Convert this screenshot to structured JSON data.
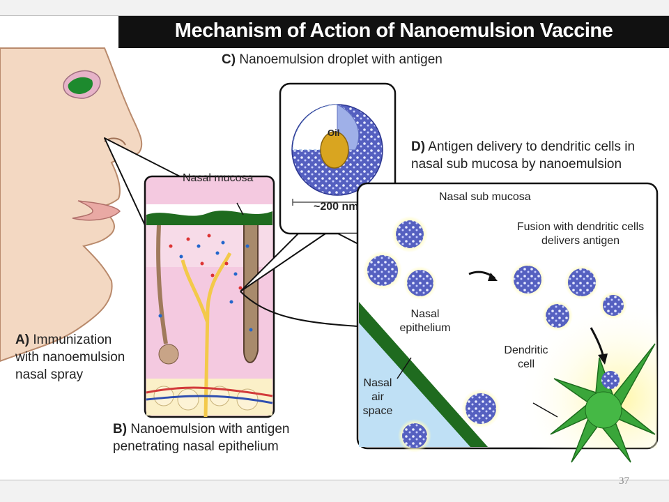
{
  "title": "Mechanism of Action of Nanoemulsion Vaccine",
  "labels": {
    "a_letter": "A)",
    "a_line1": "Immunization",
    "a_line2": "with nanoemulsion",
    "a_line3": "nasal spray",
    "b_letter": "B)",
    "b_line1": "Nanoemulsion with antigen",
    "b_line2": "penetrating nasal epithelium",
    "c_letter": "C)",
    "c_text": "Nanoemulsion droplet with antigen",
    "d_letter": "D)",
    "d_line1": "Antigen delivery to dendritic cells in",
    "d_line2": "nasal sub mucosa by nanoemulsion",
    "nasal_mucosa": "Nasal mucosa",
    "oil": "Oil",
    "scale": "~200 nm",
    "nasal_sub_mucosa": "Nasal sub mucosa",
    "fusion_line1": "Fusion with dendritic cells",
    "fusion_line2": "delivers antigen",
    "nasal_epithelium_line1": "Nasal",
    "nasal_epithelium_line2": "epithelium",
    "dendritic_line1": "Dendritic",
    "dendritic_line2": "cell",
    "air_line1": "Nasal",
    "air_line2": "air",
    "air_line3": "space"
  },
  "page_number": "37",
  "colors": {
    "title_bar": "#111111",
    "skin": "#f3d8c2",
    "mucosa_green": "#1f6b1f",
    "droplet_blue": "#4a56b8",
    "oil_gold": "#d9a520",
    "dendritic_green": "#3aa63a",
    "air_blue": "#bfe0f5",
    "glow_yellow": "#fff4a0"
  }
}
